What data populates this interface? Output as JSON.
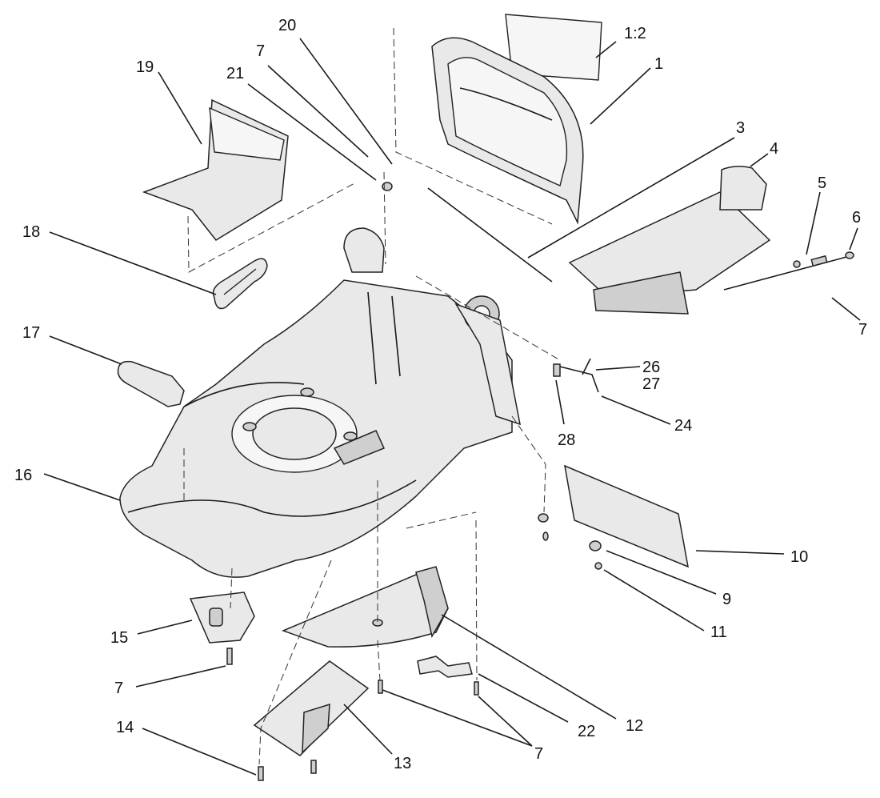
{
  "callouts": [
    {
      "key": "c1_2",
      "text": "1:2"
    },
    {
      "key": "c1",
      "text": "1"
    },
    {
      "key": "c20",
      "text": "20"
    },
    {
      "key": "c7a",
      "text": "7"
    },
    {
      "key": "c21",
      "text": "21"
    },
    {
      "key": "c19",
      "text": "19"
    },
    {
      "key": "c3",
      "text": "3"
    },
    {
      "key": "c4",
      "text": "4"
    },
    {
      "key": "c5",
      "text": "5"
    },
    {
      "key": "c6",
      "text": "6"
    },
    {
      "key": "c7b",
      "text": "7"
    },
    {
      "key": "c18",
      "text": "18"
    },
    {
      "key": "c17",
      "text": "17"
    },
    {
      "key": "c26",
      "text": "26"
    },
    {
      "key": "c27",
      "text": "27"
    },
    {
      "key": "c24",
      "text": "24"
    },
    {
      "key": "c28",
      "text": "28"
    },
    {
      "key": "c16",
      "text": "16"
    },
    {
      "key": "c10",
      "text": "10"
    },
    {
      "key": "c9",
      "text": "9"
    },
    {
      "key": "c11",
      "text": "11"
    },
    {
      "key": "c15",
      "text": "15"
    },
    {
      "key": "c7c",
      "text": "7"
    },
    {
      "key": "c12",
      "text": "12"
    },
    {
      "key": "c14",
      "text": "14"
    },
    {
      "key": "c22",
      "text": "22"
    },
    {
      "key": "c13",
      "text": "13"
    },
    {
      "key": "c7d",
      "text": "7"
    }
  ]
}
